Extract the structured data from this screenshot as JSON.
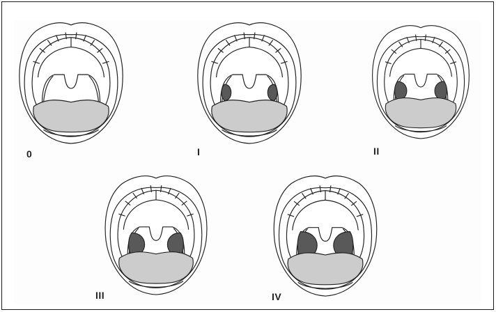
{
  "figure": {
    "grades": [
      {
        "label": "0",
        "tonsil_size": 0.0
      },
      {
        "label": "I",
        "tonsil_size": 0.25
      },
      {
        "label": "II",
        "tonsil_size": 0.5
      },
      {
        "label": "III",
        "tonsil_size": 0.75
      },
      {
        "label": "IV",
        "tonsil_size": 1.0
      }
    ],
    "colors": {
      "outline": "#222222",
      "tongue": "#cccccc",
      "tonsil": "#595959",
      "background": "#ffffff"
    }
  }
}
